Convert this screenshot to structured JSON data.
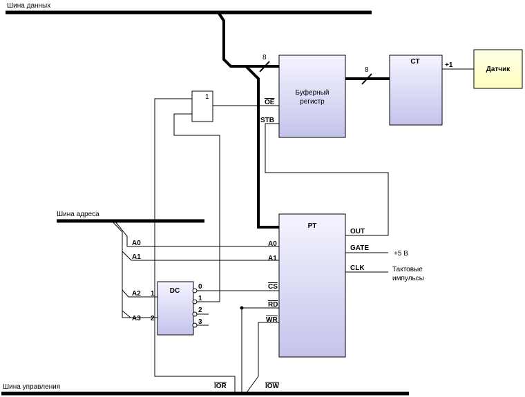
{
  "buses": {
    "data_bus": "Шина данных",
    "address_bus": "Шина адреса",
    "control_bus": "Шина управления"
  },
  "blocks": {
    "or_gate": "1",
    "buffer_register": [
      "Буферный",
      "регистр"
    ],
    "counter": "CT",
    "sensor": "Датчик",
    "timer": "PT",
    "decoder": "DC"
  },
  "bus_widths": {
    "buffer_in": "8",
    "buffer_out": "8"
  },
  "counter_input": "+1",
  "buffer_pins": {
    "oe": "OE",
    "stb": "STB"
  },
  "timer_pins": {
    "a0": "A0",
    "a1": "A1",
    "cs": "CS",
    "rd": "RD",
    "wr": "WR",
    "out": "OUT",
    "gate": "GATE",
    "clk": "CLK"
  },
  "address_lines": {
    "a0": "A0",
    "a1": "A1",
    "a2": "A2",
    "a3": "A3"
  },
  "decoder_inputs": {
    "in1": "1",
    "in2": "2"
  },
  "decoder_outputs": [
    "0",
    "1",
    "2",
    "3"
  ],
  "external": {
    "gate_source": "+5 В",
    "clock_source": [
      "Тактовые",
      "импульсы"
    ]
  },
  "control_signals": {
    "ior": "IOR",
    "iow": "IOW"
  },
  "colors": {
    "block_fill_top": "#f4f4ff",
    "block_fill_bottom": "#c4c4ec",
    "sensor_fill": "#ffffcc",
    "line": "#000000"
  }
}
